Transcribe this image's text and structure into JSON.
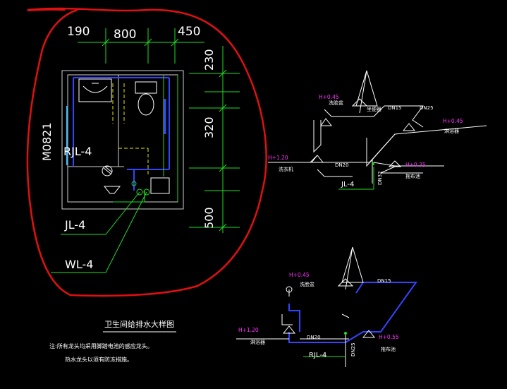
{
  "plan": {
    "dims_top": [
      "190",
      "800",
      "450"
    ],
    "dims_right": [
      "230",
      "320",
      "500"
    ],
    "door_code": "M0821",
    "riser_rjl": "RJL-4",
    "riser_jl": "JL-4",
    "riser_wl": "WL-4"
  },
  "title": "卫生间给排水大样图",
  "notes": [
    "注:所有龙头均采用脚踏电池的感应龙头。",
    "热水龙头以须有防冻措施。"
  ],
  "iso1": {
    "h_top": "H+0.45",
    "h_right": "H+0.45",
    "h_left": "H+1.20",
    "h_mid": "H+0.35",
    "dn15": "DN15",
    "dn25": "DN25",
    "dn20": "DN20",
    "dn32": "DN32",
    "fixture_a": "洗脸盆",
    "fixture_b": "坐便器",
    "fixture_c": "淋浴器",
    "fixture_d": "洗衣机",
    "fixture_e": "拖布池",
    "riser": "JL-4"
  },
  "iso2": {
    "h_top": "H+0.45",
    "h_left": "H+1.20",
    "h_right": "H+0.55",
    "dn15": "DN15",
    "dn20": "DN20",
    "dn25": "DN25",
    "fixture_a": "洗脸盆",
    "fixture_b": "淋浴器",
    "fixture_c": "拖布池",
    "riser": "RJL-4"
  },
  "colors": {
    "markup": "#e01010",
    "dim_green": "#22dd22",
    "pipe_blue": "#3344ff",
    "wall": "#cfcfcf",
    "fixture": "#ffffff",
    "yellow": "#e8e800",
    "magenta": "#ff33ff",
    "cyan": "#44bbff"
  }
}
